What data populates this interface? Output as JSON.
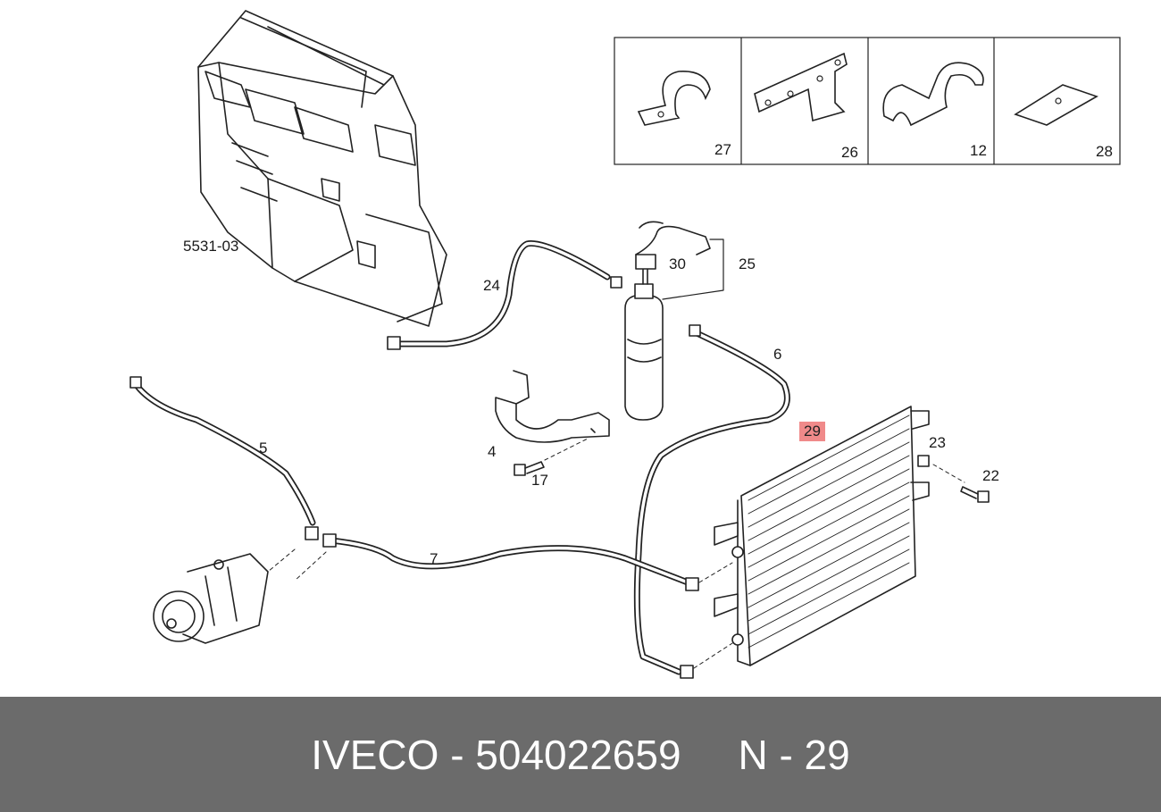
{
  "diagram": {
    "labels": {
      "assembly": "5531-03",
      "p24": "24",
      "p30": "30",
      "p25": "25",
      "p6": "6",
      "p4": "4",
      "p17": "17",
      "p5": "5",
      "p7": "7",
      "p23": "23",
      "p22": "22"
    },
    "callout": "29",
    "insets": [
      "27",
      "26",
      "12",
      "28"
    ]
  },
  "footer": {
    "text": "IVECO - 504022659     N - 29"
  }
}
